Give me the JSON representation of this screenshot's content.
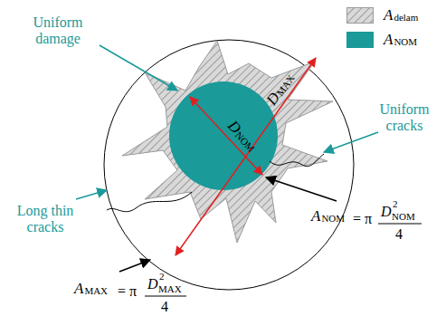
{
  "diagram": {
    "labels": [
      "Uniform damage",
      "Uniform cracks",
      "Long thin cracks",
      "DMAX",
      "DNOM",
      "ANOM",
      "= π",
      "D",
      "2",
      "NOM",
      "4",
      "AMAX",
      "= π",
      "D",
      "2",
      "MAX",
      "4"
    ],
    "legend": [
      {
        "text": "Adelam"
      },
      {
        "text": "ANOM",
        "color": "#1a9a99"
      }
    ]
  }
}
